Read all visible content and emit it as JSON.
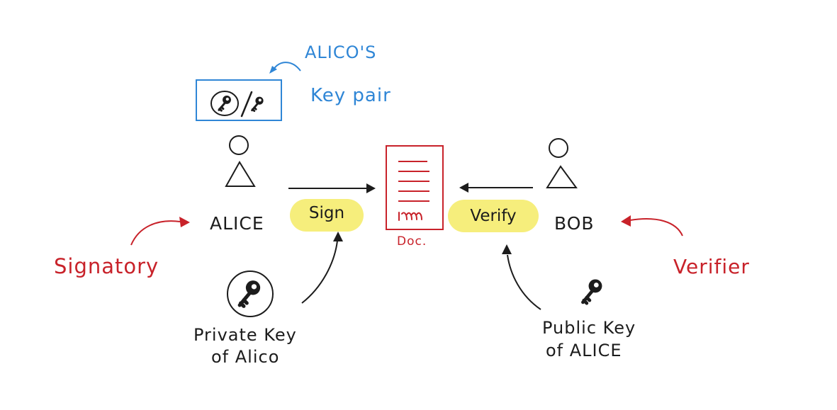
{
  "keypair_note": {
    "line1": "ALICO'S",
    "line2": "Key pair"
  },
  "actors": {
    "alice": "ALICE",
    "bob": "BOB"
  },
  "actions": {
    "sign": "Sign",
    "verify": "Verify"
  },
  "document": {
    "label": "Doc."
  },
  "roles": {
    "signatory": "Signatory",
    "verifier": "Verifier"
  },
  "keys": {
    "private_line1": "Private Key",
    "private_line2": "of Alico",
    "public_line1": "Public Key",
    "public_line2": "of ALICE"
  },
  "colors": {
    "ink": "#1c1c1c",
    "blue": "#2f86d6",
    "red": "#c8222a",
    "highlight": "#f6ee7c"
  },
  "icons": [
    "key-icon",
    "person-icon",
    "document-icon",
    "arrow"
  ]
}
